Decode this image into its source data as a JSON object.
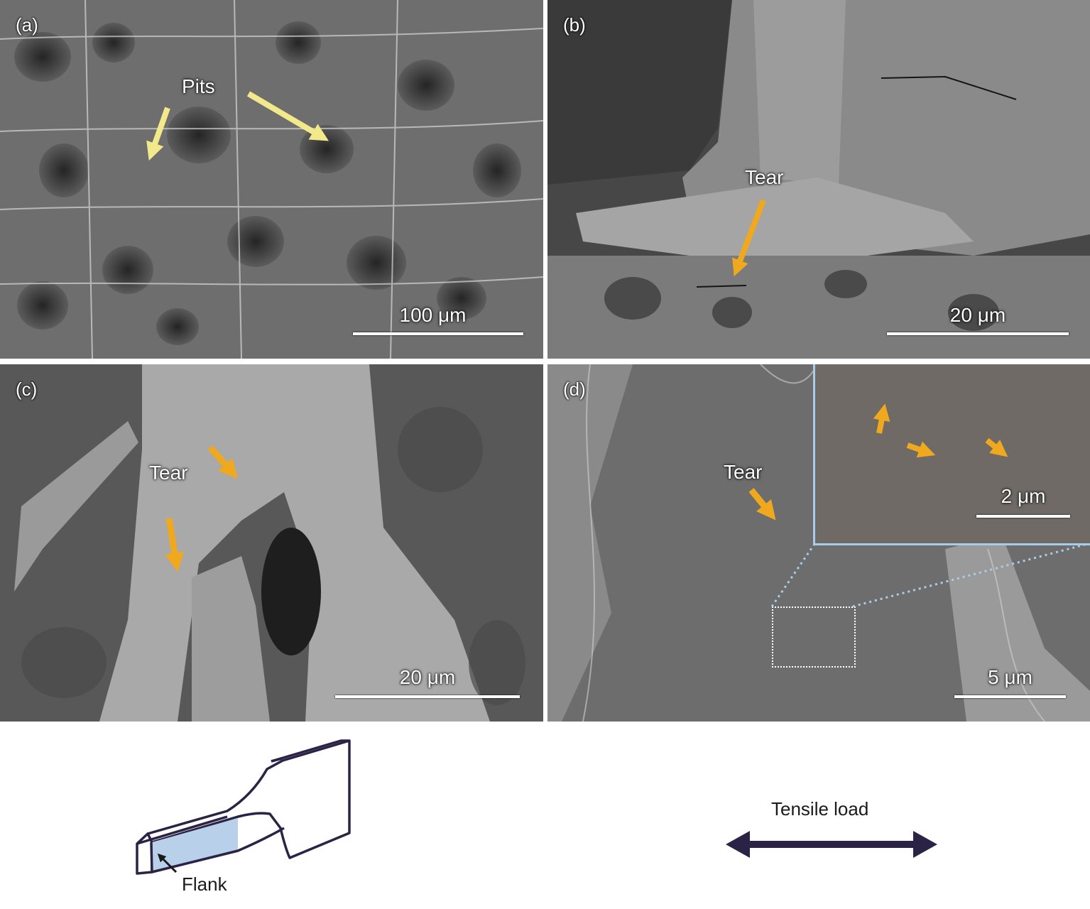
{
  "panels": {
    "a": {
      "label": "(a)",
      "annotations": {
        "pits": "Pits"
      },
      "scale_bar": "100 μm"
    },
    "b": {
      "label": "(b)",
      "annotations": {
        "tear": "Tear"
      },
      "scale_bar": "20 μm"
    },
    "c": {
      "label": "(c)",
      "annotations": {
        "tear": "Tear"
      },
      "scale_bar": "20 μm"
    },
    "d": {
      "label": "(d)",
      "annotations": {
        "tear": "Tear"
      },
      "scale_bar": "5 μm",
      "inset_scale_bar": "2 μm"
    }
  },
  "schematic": {
    "flank_label": "Flank",
    "load_label": "Tensile load"
  },
  "colors": {
    "arrow_yellow": "#f2e98a",
    "arrow_orange": "#f0a81e",
    "load_arrow": "#2b2345",
    "flank_fill": "#b9d0ea",
    "inset_border": "#a9cde8"
  },
  "icons": [
    "pits-arrow-icon",
    "tear-arrow-icon",
    "tensile-load-arrow-icon",
    "flank-arrow-icon"
  ]
}
